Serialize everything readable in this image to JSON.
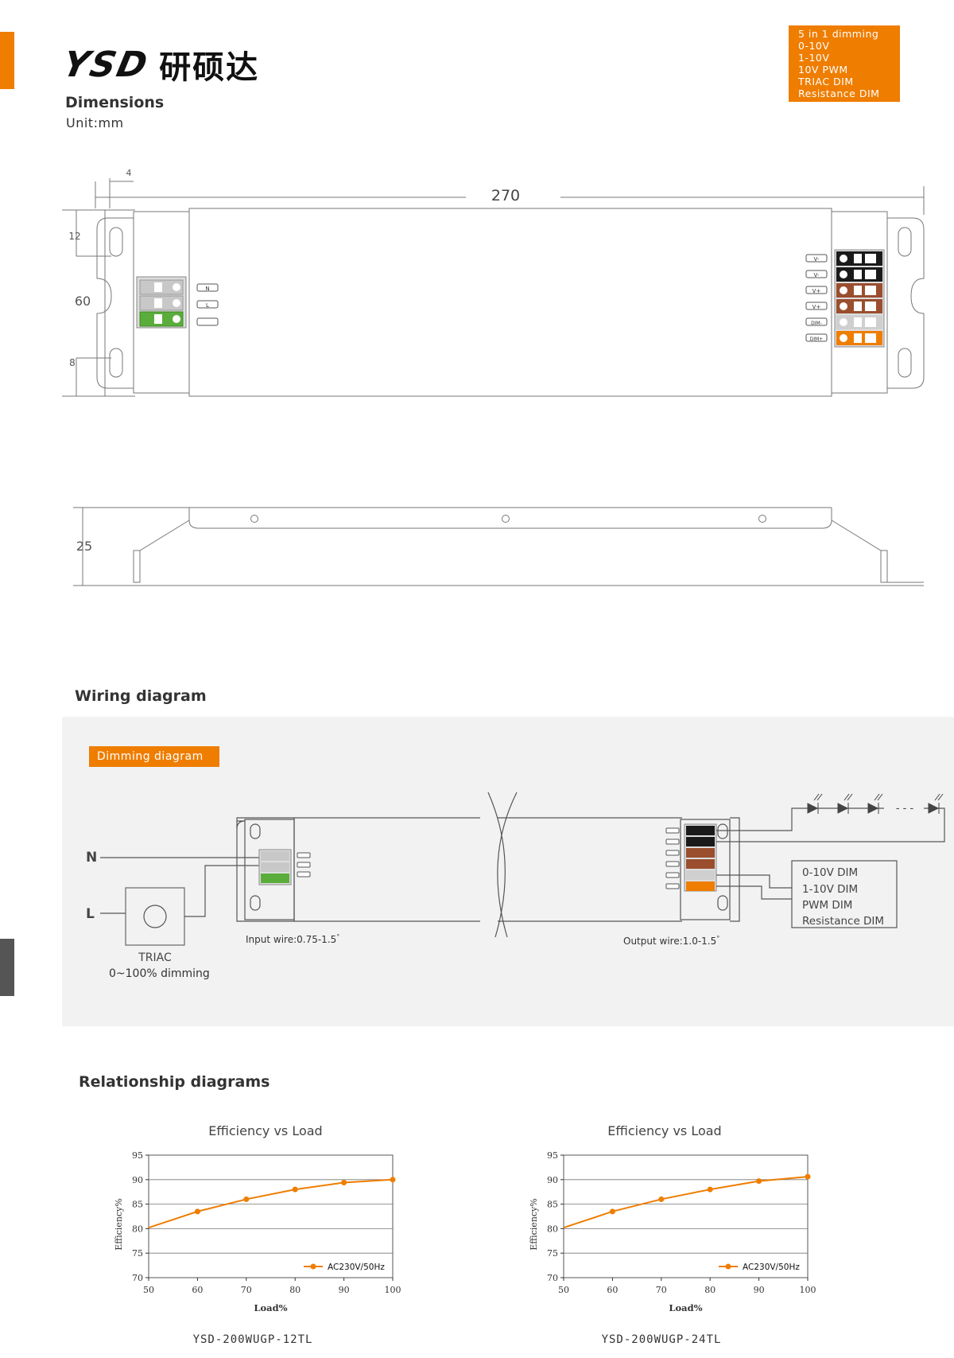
{
  "brand": {
    "logo_en": "YSD",
    "logo_cn": "研硕达"
  },
  "dimming_badge": [
    "5 in 1 dimming",
    "0-10V",
    "1-10V",
    "10V PWM",
    "TRIAC DIM",
    "Resistance DIM"
  ],
  "dimensions": {
    "title": "Dimensions",
    "unit": "Unit:mm",
    "length": "270",
    "width": "60",
    "height": "25",
    "top_margin": "12",
    "bottom_margin": "8",
    "tab": "4",
    "input_terms": [
      "N",
      "L",
      ""
    ],
    "output_terms": [
      "V-",
      "V-",
      "V+",
      "V+",
      "DIM-",
      "DIM+"
    ]
  },
  "wiring": {
    "title": "Wiring diagram",
    "badge": "Dimming diagram",
    "n_label": "N",
    "l_label": "L",
    "triac_label": "TRIAC",
    "triac_range": "0~100% dimming",
    "input_wire": "Input wire:0.75-1.5",
    "output_wire": "Output wire:1.0-1.5",
    "wire_unit": "°",
    "dim_options": [
      "0-10V DIM",
      "1-10V DIM",
      "PWM DIM",
      "Resistance DIM"
    ],
    "led_dashes": "- - -"
  },
  "relationship": {
    "title": "Relationship diagrams",
    "models": [
      "YSD-200WUGP-12TL",
      "YSD-200WUGP-24TL"
    ]
  },
  "chart_data": [
    {
      "type": "line",
      "title": "Efficiency vs Load",
      "xlabel": "Load%",
      "ylabel": "Efficiency%",
      "xlim": [
        50,
        100
      ],
      "ylim": [
        70,
        95
      ],
      "x_ticks": [
        50,
        60,
        70,
        80,
        90,
        100
      ],
      "y_ticks": [
        70,
        75,
        80,
        85,
        90,
        95
      ],
      "grid": true,
      "legend": "bottom-right",
      "series": [
        {
          "name": "AC230V/50Hz",
          "color": "#ef7d00",
          "x": [
            50,
            60,
            70,
            80,
            90,
            100
          ],
          "y": [
            80.2,
            83.5,
            86,
            88,
            89.4,
            90
          ]
        }
      ]
    },
    {
      "type": "line",
      "title": "Efficiency vs Load",
      "xlabel": "Load%",
      "ylabel": "Efficiency%",
      "xlim": [
        50,
        100
      ],
      "ylim": [
        70,
        95
      ],
      "x_ticks": [
        50,
        60,
        70,
        80,
        90,
        100
      ],
      "y_ticks": [
        70,
        75,
        80,
        85,
        90,
        95
      ],
      "grid": true,
      "legend": "bottom-right",
      "series": [
        {
          "name": "AC230V/50Hz",
          "color": "#ef7d00",
          "x": [
            50,
            60,
            70,
            80,
            90,
            100
          ],
          "y": [
            80.2,
            83.5,
            86,
            88,
            89.7,
            90.6
          ]
        }
      ]
    }
  ]
}
